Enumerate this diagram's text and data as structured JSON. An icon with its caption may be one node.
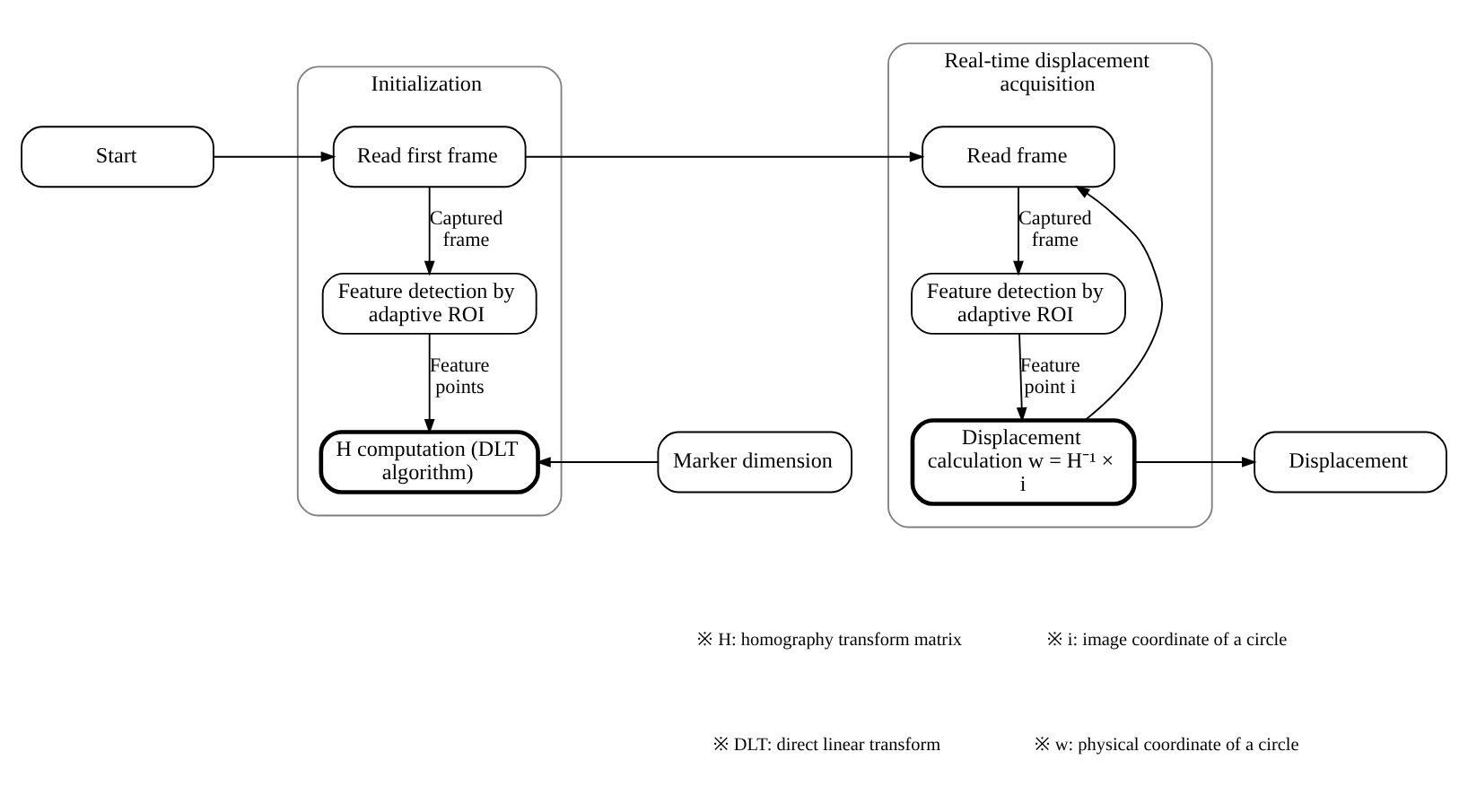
{
  "diagram": {
    "nodes": [
      {
        "text": [
          "Start"
        ]
      },
      {
        "text": [
          "Initialization"
        ]
      },
      {
        "text": [
          "Read first frame"
        ],
        "in": 1
      },
      {
        "text": [
          "Feature detection by adaptive ROI"
        ],
        "in": 1
      },
      {
        "text": [
          "H computation (DLT algorithm)"
        ],
        "in": 1
      },
      {
        "text": [
          "Marker dimension"
        ]
      },
      {
        "text": [
          "Real-time displacement acquisition"
        ]
      },
      {
        "text": [
          "Read frame"
        ],
        "in": 6
      },
      {
        "text": [
          "Feature detection by adaptive ROI"
        ],
        "in": 6
      },
      {
        "text": [
          "Displacement calculation w = H⁻¹ × i"
        ],
        "in": 6
      },
      {
        "text": [
          "Displacement"
        ]
      }
    ],
    "edges": [
      {
        "from": 0,
        "to": 2,
        "arrow": "to"
      },
      {
        "from": 2,
        "to": 3,
        "arrow": "to",
        "label": "Captured frame"
      },
      {
        "from": 3,
        "to": 4,
        "arrow": "to",
        "label": "Feature points"
      },
      {
        "from": 5,
        "to": 4,
        "arrow": "to"
      },
      {
        "from": 2,
        "to": 7,
        "arrow": "to"
      },
      {
        "from": 7,
        "to": 8,
        "arrow": "to",
        "label": "Captured frame"
      },
      {
        "from": 8,
        "to": 9,
        "arrow": "to",
        "label": "Feature point i"
      },
      {
        "from": 9,
        "to": 7,
        "arrow": "to"
      },
      {
        "from": 9,
        "to": 10,
        "arrow": "to"
      }
    ],
    "labels": [
      "※ H: homography transform matrix",
      "※ i: image coordinate of a circle",
      "※ DLT: direct linear transform",
      "※ w: physical coordinate of a circle"
    ]
  }
}
